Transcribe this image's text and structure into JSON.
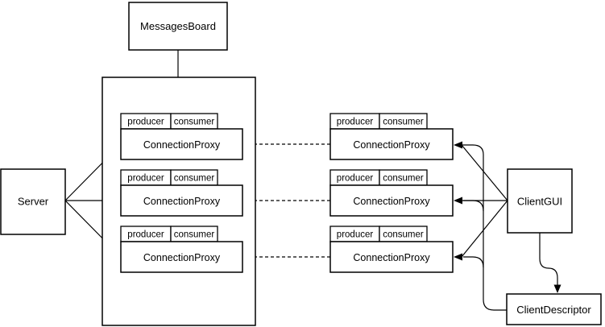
{
  "diagram": {
    "background_color": "#ffffff",
    "line_color": "#000000",
    "nodes": {
      "messages_board": "MessagesBoard",
      "server": "Server",
      "client_gui": "ClientGUI",
      "client_descriptor": "ClientDescriptor"
    },
    "server_proxies": [
      {
        "producer": "producer",
        "consumer": "consumer",
        "name": "ConnectionProxy"
      },
      {
        "producer": "producer",
        "consumer": "consumer",
        "name": "ConnectionProxy"
      },
      {
        "producer": "producer",
        "consumer": "consumer",
        "name": "ConnectionProxy"
      }
    ],
    "client_proxies": [
      {
        "producer": "producer",
        "consumer": "consumer",
        "name": "ConnectionProxy"
      },
      {
        "producer": "producer",
        "consumer": "consumer",
        "name": "ConnectionProxy"
      },
      {
        "producer": "producer",
        "consumer": "consumer",
        "name": "ConnectionProxy"
      }
    ]
  }
}
